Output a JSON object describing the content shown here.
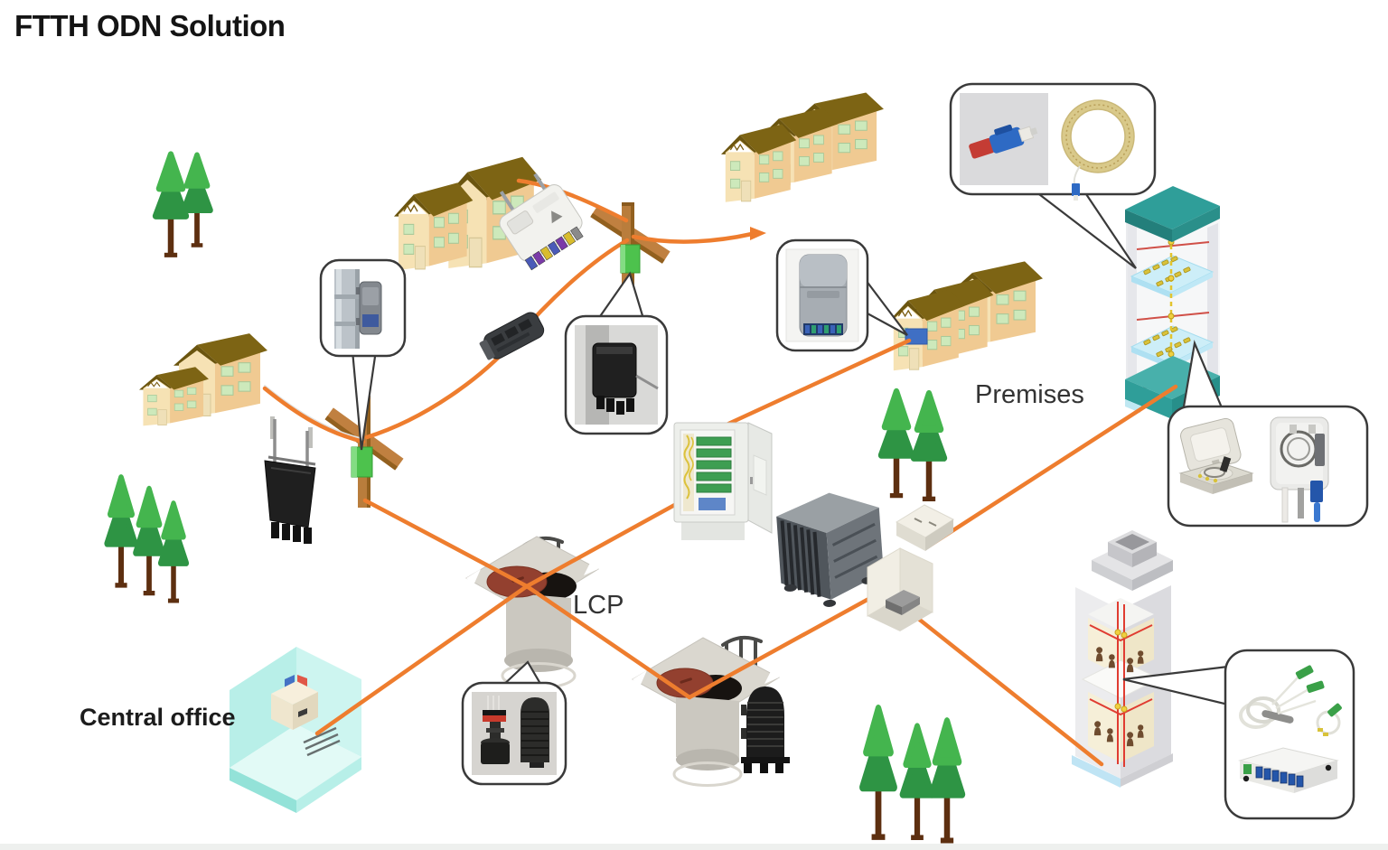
{
  "title": "FTTH ODN Solution",
  "labels": {
    "central_office": "Central office",
    "lcp": "LCP",
    "premises": "Premises"
  },
  "colors": {
    "background": "#ffffff",
    "fiber_cable_orange": "#ee7d2e",
    "title_text": "#141414",
    "label_text": "#333333",
    "tree_green_light": "#44b54e",
    "tree_green_dark": "#2e9444",
    "tree_trunk": "#5d2f10",
    "house_wall_front": "#f6e2b4",
    "house_wall_side": "#f0ca92",
    "house_roof": "#7d6414",
    "house_window_green": "#cde9bb",
    "premises_wall_box_blue": "#3f6fc4",
    "central_office_glass_cyan": "#b8efe8",
    "olt_red_card": "#e05848",
    "olt_blue_card": "#4472c4",
    "pole_wood_brown": "#b97d3c",
    "pole_tag_green": "#4dc24d",
    "manhole_cover_red": "#93402f",
    "manhole_concrete": "#dad7cf",
    "rack_teal": "#2f9e99",
    "rack_shelf_cyan": "#cdeef8",
    "rack_module_yellow": "#d9c23a",
    "building_grey": "#ececee",
    "building_interior_cream": "#f6efd8",
    "building_riser_red": "#e03c31",
    "callout_border": "#3a3a3a",
    "splitter_connector_green": "#3aa048",
    "fast_connector_blue": "#2e6ac4",
    "fast_connector_red": "#c43c34"
  },
  "components": [
    "house-cluster-left",
    "house-cluster-top-middle",
    "house-cluster-top-right",
    "house-cluster-premises",
    "trees-top-left",
    "trees-left",
    "trees-premises",
    "trees-bottom",
    "central-office-room",
    "olt-shelf",
    "underground-manhole-lcp-1",
    "underground-manhole-lcp-2",
    "dome-splice-closure",
    "street-fiber-cabinet",
    "fiber-distribution-box",
    "pedestal-box",
    "wall-mount-box",
    "utility-pole-left",
    "utility-pole-top",
    "aerial-terminal-closure",
    "aerial-fiber-distribution-terminal",
    "inline-splice-closure",
    "premises-riser-rack",
    "mdu-building",
    "fiber-cables",
    "callout-pole-mounted-terminal",
    "callout-aerial-terminal",
    "callout-dome-closure",
    "callout-premises-terminal",
    "callout-fast-connector-and-pigtail",
    "callout-terminal-box-and-rosette",
    "callout-plc-splitter"
  ]
}
